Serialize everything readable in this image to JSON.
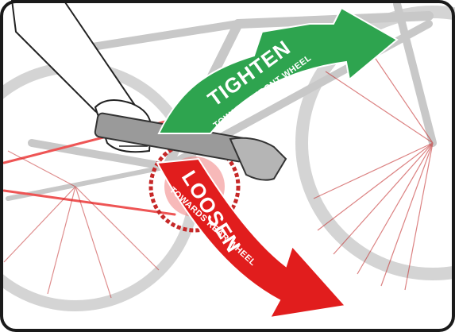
{
  "tighten": {
    "title": "TIGHTEN",
    "subtitle": "TOWARDS FRONT WHEEL",
    "color": "#2ea44f"
  },
  "loosen": {
    "title": "LOOSEN",
    "subtitle": "TOWARDS REAR WHEEL",
    "color": "#e11d1d"
  },
  "colors": {
    "frame_border": "#1a1a1a",
    "bike_lines": "#bdbdbd",
    "tool": "#9a9a9a",
    "hand_outline": "#222222"
  },
  "icons": {
    "bike": "bicycle-illustration",
    "hand": "hand-icon",
    "tool": "pedal-wrench-icon"
  }
}
